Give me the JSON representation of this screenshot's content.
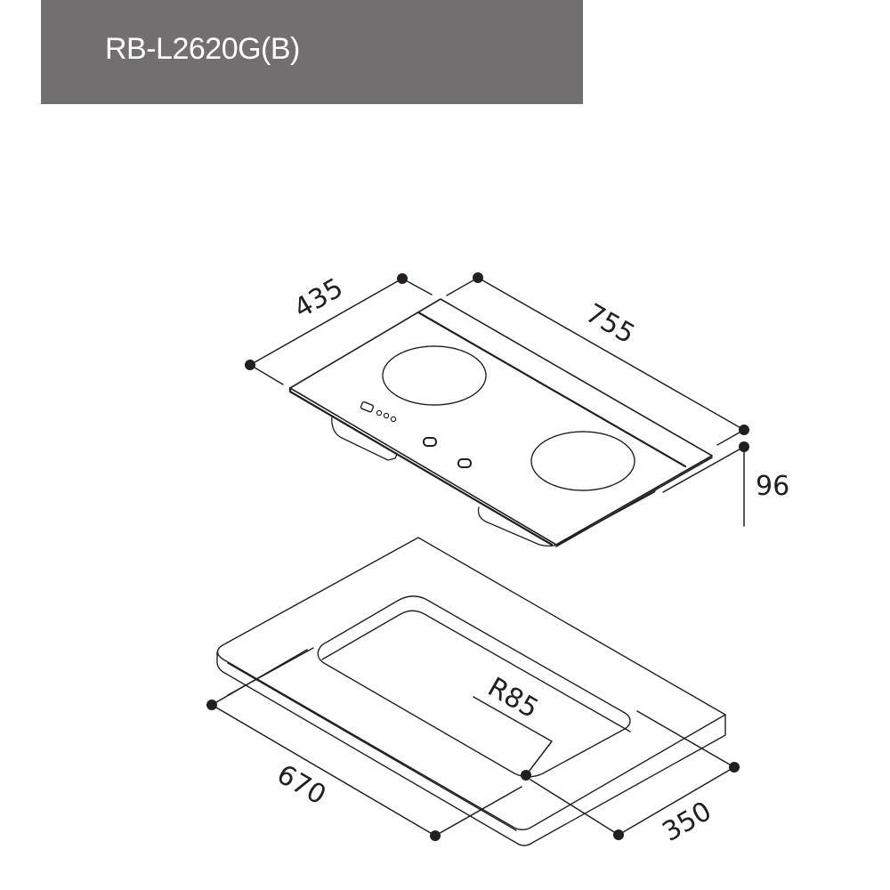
{
  "header": {
    "model": "RB-L2620G(B)",
    "background_color": "#716f70",
    "text_color": "#ffffff"
  },
  "hob": {
    "label": "built-in induction hob (2 zones)",
    "dimensions": {
      "depth": "435",
      "width": "755",
      "height": "96"
    },
    "cooking_zones": 2,
    "controls": [
      "power-button",
      "indicator-dots",
      "knob-1",
      "knob-2"
    ]
  },
  "countertop_cutout": {
    "label": "countertop cut-out",
    "dimensions": {
      "width": "670",
      "depth": "350",
      "corner_radius": "R85"
    }
  },
  "line_color": "#231f20"
}
